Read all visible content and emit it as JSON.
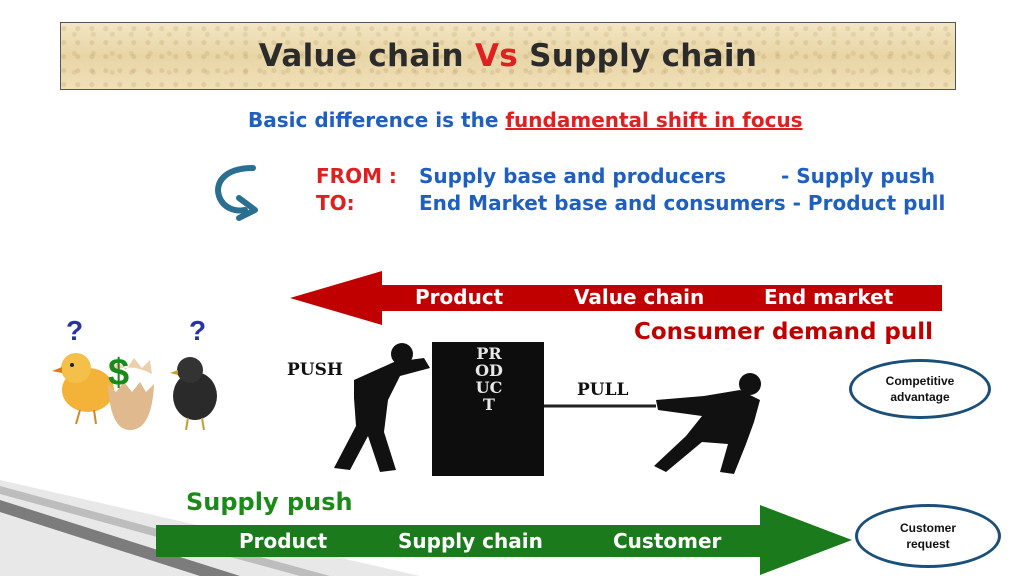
{
  "title": {
    "part1": "Value chain ",
    "vs": "Vs",
    "part2": " Supply chain"
  },
  "subtitle": {
    "lead": "Basic difference is the ",
    "emphasis": "fundamental shift in focus "
  },
  "from": {
    "label": "FROM :",
    "text": "Supply base and producers",
    "tail": "- Supply push"
  },
  "to": {
    "label": "TO:",
    "text": "End Market base and consumers - Product pull"
  },
  "value_arrow": {
    "items": [
      "Product",
      "Value chain",
      "End market"
    ],
    "color": "#c00000"
  },
  "consumer_pull_label": "Consumer demand pull",
  "illustration": {
    "push": "PUSH",
    "pull": "PULL",
    "product": "PRODUCT",
    "question": "?",
    "dollar": "$"
  },
  "supply_push_label": "Supply push",
  "supply_arrow": {
    "items": [
      "Product",
      "Supply chain",
      "Customer"
    ],
    "color": "#1b7a1b"
  },
  "competitive_oval": {
    "line1": "Competitive",
    "line2": "advantage"
  },
  "customer_oval": {
    "line1": "Customer",
    "line2": "request"
  },
  "colors": {
    "red": "#e02020",
    "blue": "#1f5fbf",
    "green": "#1b8a1b",
    "oval_border": "#1a4f7a"
  }
}
